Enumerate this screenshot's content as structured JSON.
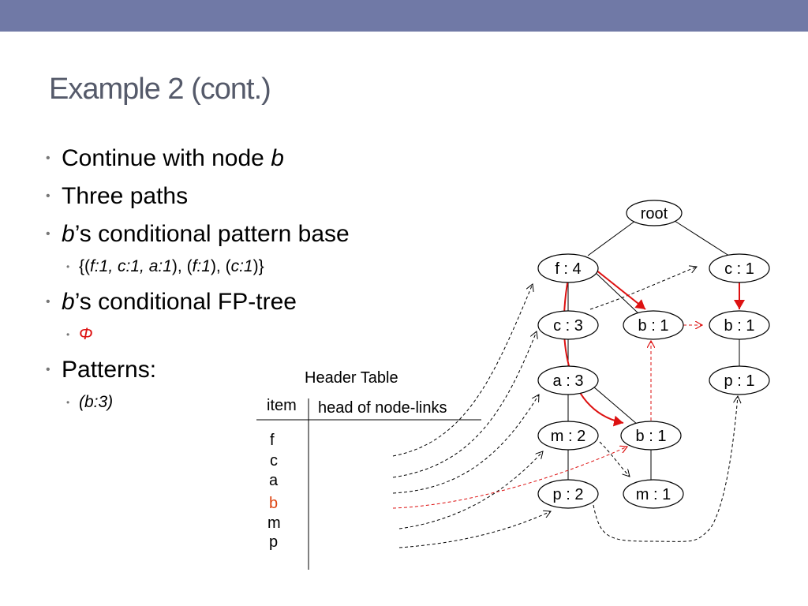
{
  "slide": {
    "title": "Example 2 (cont.)",
    "bullets": [
      {
        "prefix": "Continue with node ",
        "ital": "b",
        "suffix": ""
      },
      {
        "text": "Three paths"
      },
      {
        "ital": "b",
        "suffix": "’s conditional pattern base"
      },
      {
        "ital": "b",
        "suffix": "’s conditional FP-tree"
      },
      {
        "text": "Patterns:"
      }
    ],
    "cpb": {
      "open": "{(",
      "i1": "f:1, c:1, a:1",
      "mid1": "), (",
      "i2": "f:1",
      "mid2": "), (",
      "i3": "c:1",
      "close": ")}"
    },
    "phi": "Φ",
    "pattern": "(b:3)"
  },
  "header_table": {
    "title": "Header Table",
    "col_item": "item",
    "col_head": "head of node-links",
    "items": [
      "f",
      "c",
      "a",
      "b",
      "m",
      "p"
    ]
  },
  "tree": {
    "root": "root",
    "nodes": [
      "f : 4",
      "c : 1",
      "c : 3",
      "b : 1",
      "b : 1",
      "a : 3",
      "p : 1",
      "m : 2",
      "b : 1",
      "p : 2",
      "m : 1"
    ]
  },
  "colors": {
    "topbar": "#7079a6",
    "title": "#555a6a",
    "highlight": "#dd1111",
    "item_b": "#dd4411"
  }
}
